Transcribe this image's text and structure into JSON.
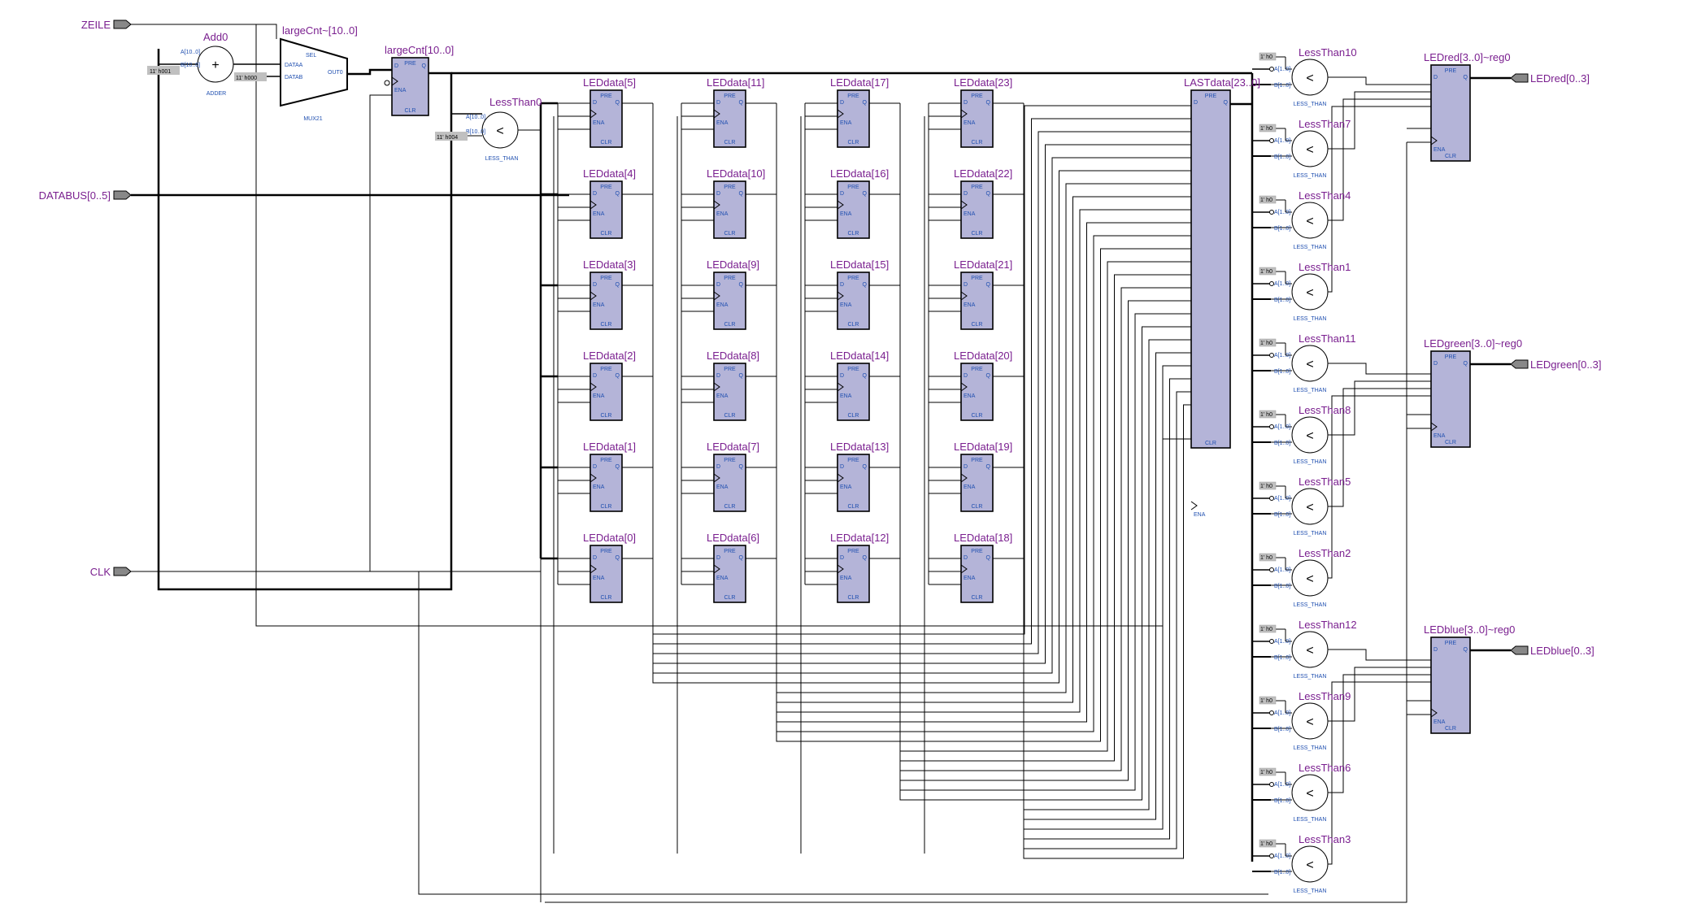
{
  "pins": {
    "zeile": "ZEILE",
    "databus": "DATABUS[0..5]",
    "clk": "CLK",
    "led_red": "LEDred[0..3]",
    "led_green": "LEDgreen[0..3]",
    "led_blue": "LEDblue[0..3]"
  },
  "adder": {
    "name": "Add0",
    "type": "ADDER",
    "symbol": "+",
    "port_a": "A[10..0]",
    "port_b": "B[10..0]",
    "const": "11' h001"
  },
  "mux": {
    "name": "largeCnt~[10..0]",
    "type": "MUX21",
    "sel": "SEL",
    "dataa": "DATAA",
    "datab": "DATAB",
    "out": "OUT0",
    "const": "11' h000"
  },
  "counter_reg": {
    "name": "largeCnt[10..0]"
  },
  "less_than0": {
    "name": "LessThan0",
    "type": "LESS_THAN",
    "symbol": "<",
    "const": "11' h004",
    "port_a": "A[10..0]",
    "port_b": "B[10..0]"
  },
  "reg_ports": {
    "pre": "PRE",
    "d": "D",
    "q": "Q",
    "ena": "ENA",
    "clr": "CLR"
  },
  "led_registers": [
    [
      "LEDdata[5]",
      "LEDdata[4]",
      "LEDdata[3]",
      "LEDdata[2]",
      "LEDdata[1]",
      "LEDdata[0]"
    ],
    [
      "LEDdata[11]",
      "LEDdata[10]",
      "LEDdata[9]",
      "LEDdata[8]",
      "LEDdata[7]",
      "LEDdata[6]"
    ],
    [
      "LEDdata[17]",
      "LEDdata[16]",
      "LEDdata[15]",
      "LEDdata[14]",
      "LEDdata[13]",
      "LEDdata[12]"
    ],
    [
      "LEDdata[23]",
      "LEDdata[22]",
      "LEDdata[21]",
      "LEDdata[20]",
      "LEDdata[19]",
      "LEDdata[18]"
    ]
  ],
  "last_reg": {
    "name": "LASTdata[23..0]"
  },
  "comparators": [
    "LessThan10",
    "LessThan7",
    "LessThan4",
    "LessThan1",
    "LessThan11",
    "LessThan8",
    "LessThan5",
    "LessThan2",
    "LessThan12",
    "LessThan9",
    "LessThan6",
    "LessThan3"
  ],
  "comparator_type": "LESS_THAN",
  "comparator_symbol": "<",
  "comparator_const": "1' h0",
  "comparator_port_b": "B[1..0]",
  "out_regs": [
    "LEDred[3..0]~reg0",
    "LEDgreen[3..0]~reg0",
    "LEDblue[3..0]~reg0"
  ],
  "colors": {
    "block_fill": "#b4b4d8",
    "label": "#7a1f8f",
    "port_text": "#1f4fb0",
    "const_fill": "#c0c0c0",
    "wire": "#000000"
  }
}
